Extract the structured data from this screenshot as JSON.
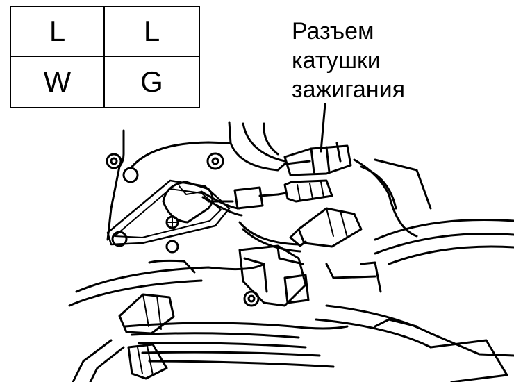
{
  "pin_table": {
    "rows": [
      [
        "L",
        "L"
      ],
      [
        "W",
        "G"
      ]
    ]
  },
  "callout": {
    "lines": [
      "Разъем",
      "катушки",
      "зажигания"
    ]
  }
}
